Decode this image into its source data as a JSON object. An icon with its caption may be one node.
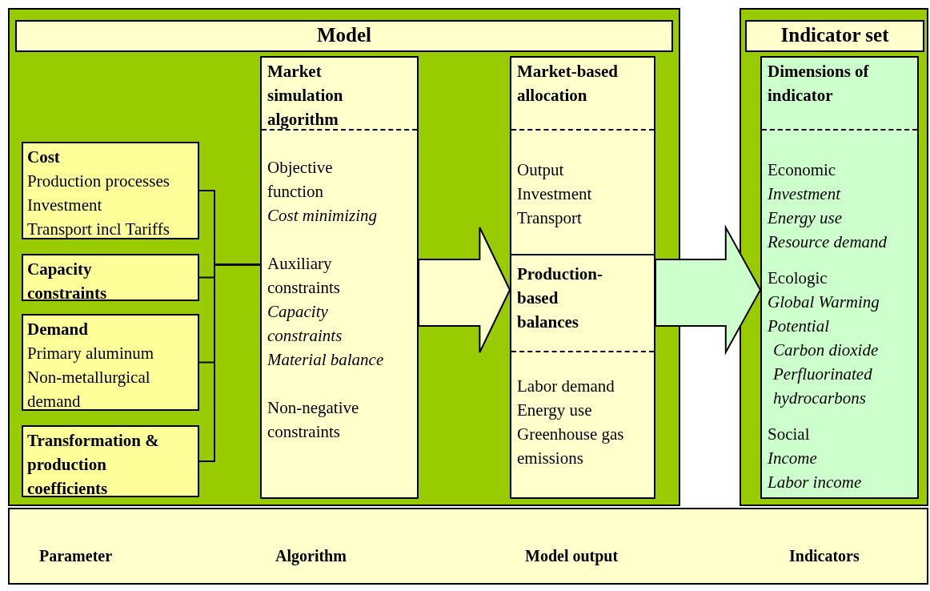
{
  "diagram": {
    "nodes": [
      {
        "text": [
          "Model"
        ]
      },
      {
        "text": [
          "Indicator set"
        ]
      },
      {
        "text": [
          "Cost",
          "Production processes",
          "Investment",
          "Transport incl Tariffs"
        ],
        "in": 0
      },
      {
        "text": [
          "Capacity constraints"
        ],
        "in": 0
      },
      {
        "text": [
          "Demand",
          "Primary aluminum",
          "Non-metallurgical demand"
        ],
        "in": 0
      },
      {
        "text": [
          "Transformation & production coefficients"
        ],
        "in": 0
      },
      {
        "text": [
          "Market simulation algorithm",
          "Objective function",
          "Cost minimizing",
          "Auxiliary constraints",
          "Capacity constraints",
          "Material balance",
          "Non-negative constraints"
        ],
        "in": 0
      },
      {
        "text": [
          "Market-based allocation",
          "Output",
          "Investment",
          "Transport",
          "Production-based balances",
          "Labor demand",
          "Energy use",
          "Greenhouse gas emissions"
        ],
        "in": 0
      },
      {
        "text": [
          "Dimensions of indicator",
          "Economic",
          "Investment",
          "Energy use",
          "Resource demand",
          "Ecologic",
          "Global Warming Potential",
          "Carbon dioxide",
          "Perfluorinated hydrocarbons",
          "Social",
          "Income",
          "Labor income"
        ],
        "in": 1
      },
      {
        "text": [
          "Parameter",
          "Algorithm",
          "Model output",
          "Indicators"
        ]
      }
    ],
    "edges": [
      {
        "from": 2,
        "to": 6,
        "arrow": "none"
      },
      {
        "from": 3,
        "to": 6,
        "arrow": "none"
      },
      {
        "from": 4,
        "to": 6,
        "arrow": "none"
      },
      {
        "from": 5,
        "to": 6,
        "arrow": "none"
      },
      {
        "from": 6,
        "to": 7,
        "arrow": "to"
      },
      {
        "from": 7,
        "to": 8,
        "arrow": "to"
      }
    ]
  }
}
